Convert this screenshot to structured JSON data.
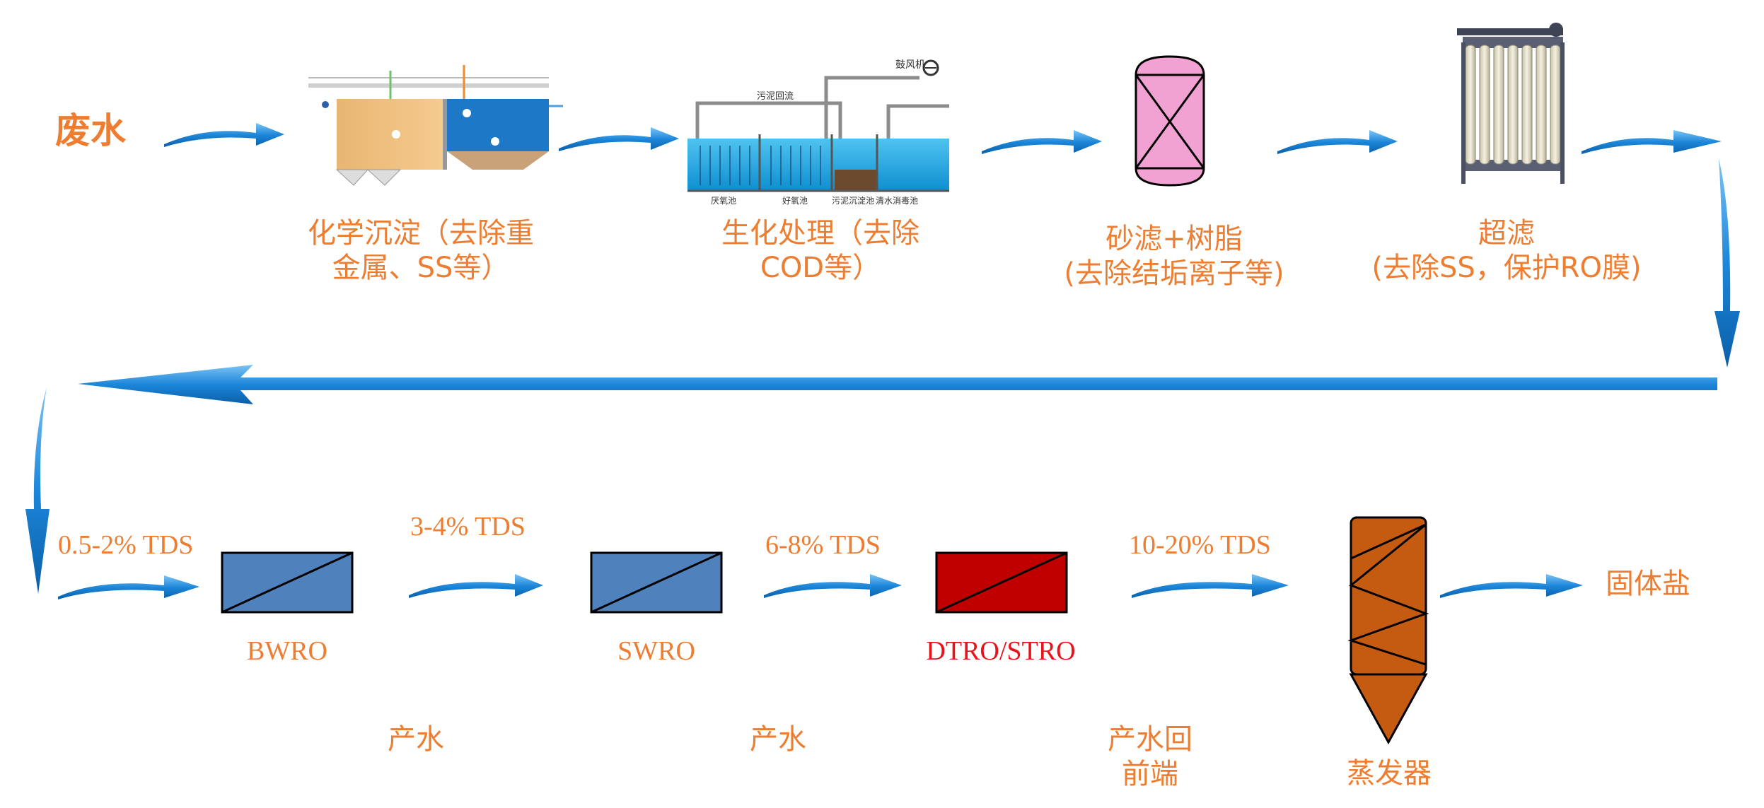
{
  "colors": {
    "accent_text": "#ED7D31",
    "red_text": "#E8141C",
    "arrow_blue": "#1C86D9",
    "bwro_fill": "#4F81BD",
    "dtro_fill": "#C00000",
    "evaporator_fill": "#C55A11",
    "filter_fill": "#F2A2D2"
  },
  "row1": {
    "input": "废水",
    "chem_label_1": "化学沉淀（去除重",
    "chem_label_2": "金属、SS等）",
    "bio_label_1": "生化处理（去除",
    "bio_label_2": "COD等）",
    "sand_label_1": "砂滤+树脂",
    "sand_label_2": "(去除结垢离子等)",
    "uf_label_1": "超滤",
    "uf_label_2": "(去除SS，保护RO膜)"
  },
  "bio_diagram": {
    "blower": "鼓风机",
    "sludge_return": "污泥回流",
    "anoxic": "厌氧池",
    "aerobic": "好氧池",
    "settling": "污泥沉淀池",
    "disinfection": "清水消毒池"
  },
  "row2": {
    "tds_1": "0.5-2% TDS",
    "tds_2": "3-4% TDS",
    "tds_3": "6-8% TDS",
    "tds_4": "10-20% TDS",
    "bwro": "BWRO",
    "swro": "SWRO",
    "dtro": "DTRO/STRO",
    "product_1": "产水",
    "product_2": "产水",
    "product_3_1": "产水回",
    "product_3_2": "前端",
    "evaporator": "蒸发器",
    "output": "固体盐"
  }
}
